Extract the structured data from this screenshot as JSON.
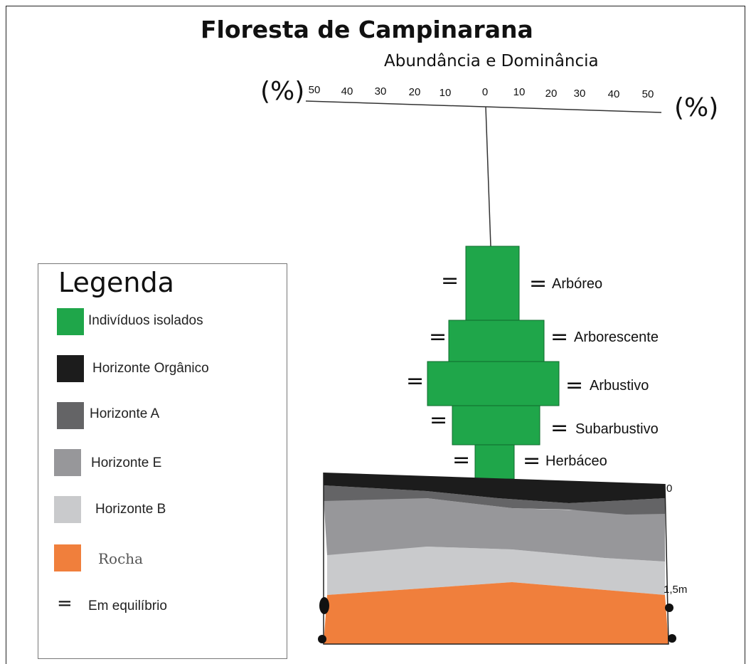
{
  "title": "Floresta de Campinarana",
  "subtitle": "Abundância e Dominância",
  "axis": {
    "unit_left": "(%)",
    "unit_right": "(%)",
    "left_ticks": [
      "50",
      "40",
      "30",
      "20",
      "10"
    ],
    "center_tick": "0",
    "right_ticks": [
      "10",
      "20",
      "30",
      "40",
      "50"
    ]
  },
  "strata": [
    {
      "label": "Arbóreo",
      "left_symbol": "=",
      "right_symbol": "="
    },
    {
      "label": "Arborescente",
      "left_symbol": "=",
      "right_symbol": "="
    },
    {
      "label": "Arbustivo",
      "left_symbol": "=",
      "right_symbol": "="
    },
    {
      "label": "Subarbustivo",
      "left_symbol": "=",
      "right_symbol": "="
    },
    {
      "label": "Herbáceo",
      "left_symbol": "=",
      "right_symbol": "="
    }
  ],
  "soil_profile": {
    "depth_top": "0",
    "depth_bottom": "1,5m"
  },
  "legend": {
    "title": "Legenda",
    "items": [
      {
        "label": "Indivíduos isolados",
        "color": "#1fa64a"
      },
      {
        "label": "Horizonte Orgânico",
        "color": "#1c1c1c"
      },
      {
        "label": "Horizonte A",
        "color": "#646466"
      },
      {
        "label": "Horizonte E",
        "color": "#97979a"
      },
      {
        "label": "Horizonte B",
        "color": "#c9cacc"
      },
      {
        "label": "Rocha",
        "color": "#f07f3c"
      }
    ],
    "equilibrium": {
      "symbol": "=",
      "label": "Em equilíbrio"
    }
  }
}
